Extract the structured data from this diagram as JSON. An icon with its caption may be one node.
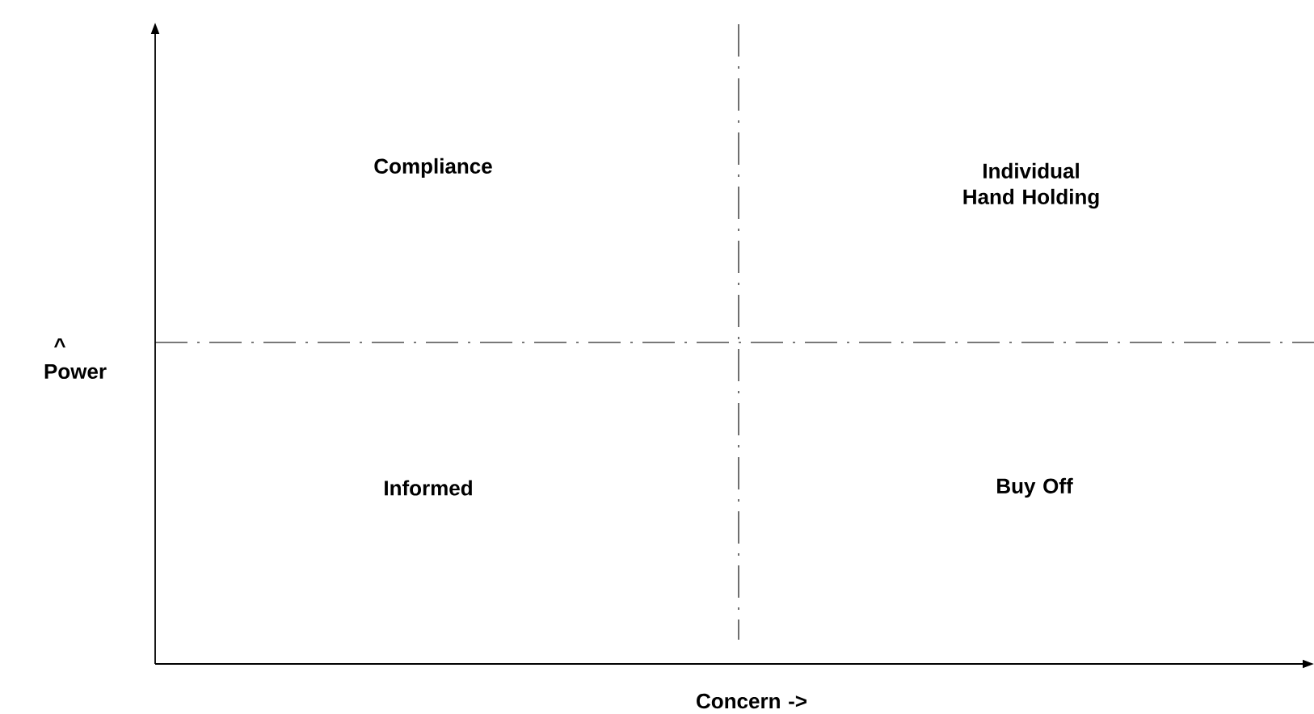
{
  "diagram": {
    "labels": [
      "Compliance",
      "Individual Hand Holding",
      "^ Power",
      "Informed",
      "Buy Off",
      "Concern ->"
    ]
  }
}
